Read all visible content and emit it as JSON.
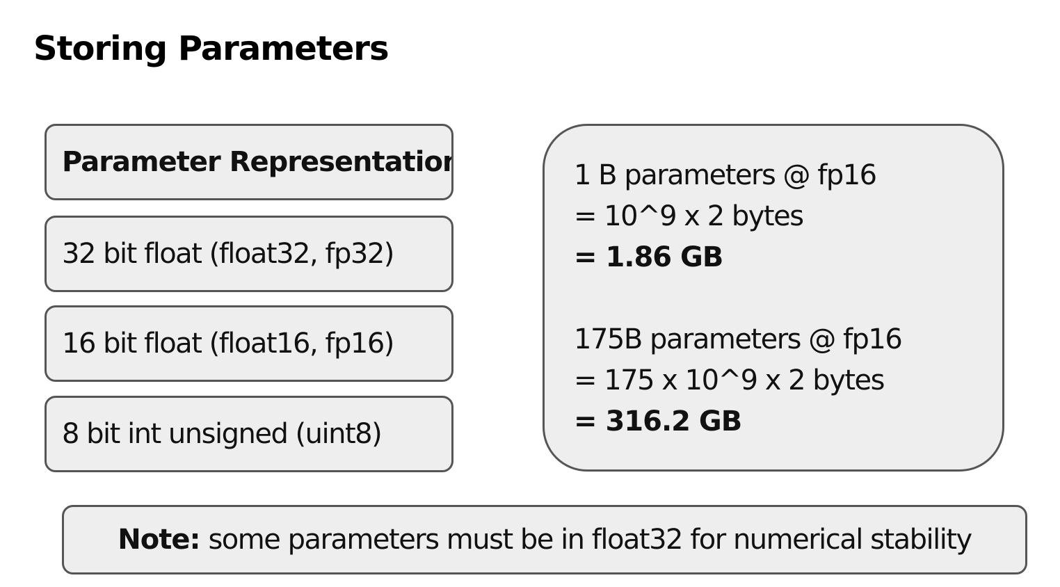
{
  "slide": {
    "title": "Storing Parameters"
  },
  "representations": {
    "header": "Parameter Representation",
    "items": [
      "32 bit float (float32, fp32)",
      "16 bit float (float16, fp16)",
      "8 bit int unsigned (uint8)"
    ]
  },
  "calculations": [
    {
      "line1": "1 B parameters @ fp16",
      "line2": "= 10^9 x 2 bytes",
      "result": "= 1.86 GB"
    },
    {
      "line1": "175B parameters @ fp16",
      "line2": "= 175 x 10^9 x 2 bytes",
      "result": "= 316.2 GB"
    }
  ],
  "note": {
    "label": "Note:",
    "text": "some parameters must be in float32 for numerical stability"
  }
}
